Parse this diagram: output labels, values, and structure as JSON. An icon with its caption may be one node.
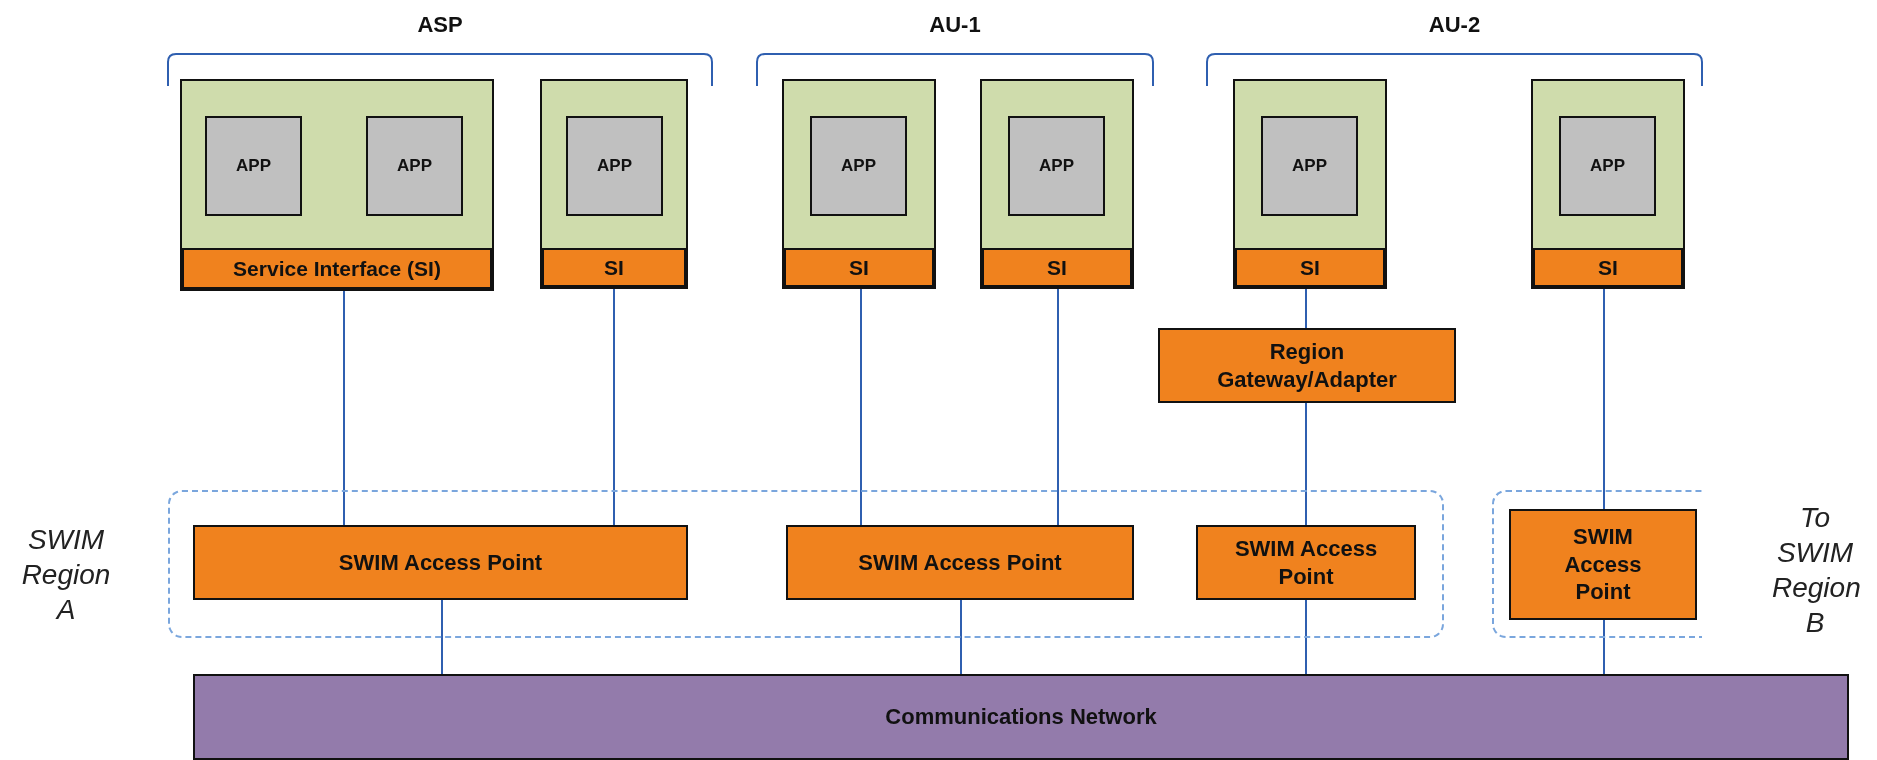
{
  "diagram": {
    "nodes": [
      {
        "text": [],
        "shape": "box"
      },
      {
        "text": [
          "APP"
        ],
        "in": 0
      },
      {
        "text": [
          "APP"
        ],
        "in": 0
      },
      {
        "text": [
          "Service Interface (SI)"
        ],
        "in": 0
      },
      {
        "text": [],
        "shape": "box"
      },
      {
        "text": [
          "APP"
        ],
        "in": 4
      },
      {
        "text": [
          "SI"
        ],
        "in": 4
      },
      {
        "text": [],
        "shape": "box"
      },
      {
        "text": [
          "APP"
        ],
        "in": 7
      },
      {
        "text": [
          "SI"
        ],
        "in": 7
      },
      {
        "text": [],
        "shape": "box"
      },
      {
        "text": [
          "APP"
        ],
        "in": 10
      },
      {
        "text": [
          "SI"
        ],
        "in": 10
      },
      {
        "text": [],
        "shape": "box"
      },
      {
        "text": [
          "APP"
        ],
        "in": 13
      },
      {
        "text": [
          "SI"
        ],
        "in": 13
      },
      {
        "text": [],
        "shape": "box"
      },
      {
        "text": [
          "APP"
        ],
        "in": 16
      },
      {
        "text": [
          "SI"
        ],
        "in": 16
      },
      {
        "text": [
          "Region Gateway/Adapter"
        ]
      },
      {
        "text": [
          "SWIM Region A"
        ]
      },
      {
        "text": [
          "SWIM Access Point"
        ],
        "in": 20
      },
      {
        "text": [
          "SWIM Access Point"
        ],
        "in": 20
      },
      {
        "text": [
          "SWIM Access Point"
        ],
        "in": 20
      },
      {
        "text": [
          "To SWIM Region B"
        ]
      },
      {
        "text": [
          "SWIM Access Point"
        ],
        "in": 24
      },
      {
        "text": [
          "Communications Network"
        ]
      }
    ],
    "edges": [
      {
        "from": 3,
        "to": 21,
        "arrow": "none"
      },
      {
        "from": 6,
        "to": 21,
        "arrow": "none"
      },
      {
        "from": 9,
        "to": 22,
        "arrow": "none"
      },
      {
        "from": 12,
        "to": 22,
        "arrow": "none"
      },
      {
        "from": 15,
        "to": 19,
        "arrow": "none"
      },
      {
        "from": 19,
        "to": 23,
        "arrow": "none"
      },
      {
        "from": 18,
        "to": 25,
        "arrow": "none"
      },
      {
        "from": 21,
        "to": 26,
        "arrow": "none"
      },
      {
        "from": 22,
        "to": 26,
        "arrow": "none"
      },
      {
        "from": 23,
        "to": 26,
        "arrow": "none"
      },
      {
        "from": 25,
        "to": 26,
        "arrow": "none"
      }
    ],
    "labels": [
      "ASP",
      "AU-1",
      "AU-2"
    ]
  }
}
